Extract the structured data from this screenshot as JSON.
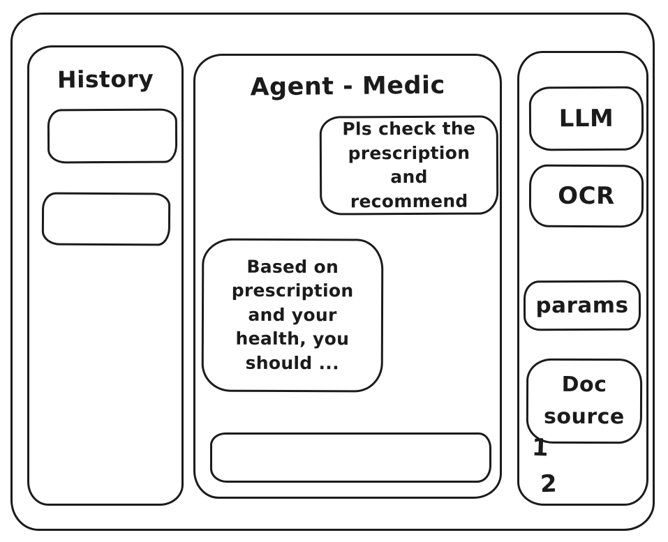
{
  "theme": {
    "ink": "#1b1b1b",
    "bg": "#ffffff"
  },
  "history_panel": {
    "title": "History",
    "items": [
      {
        "label": ""
      },
      {
        "label": ""
      }
    ]
  },
  "chat_panel": {
    "title": "Agent - Medic",
    "messages": [
      {
        "role": "user",
        "text": "Pls check the prescription and recommend"
      },
      {
        "role": "assistant",
        "text": "Based on prescription and your health, you should ..."
      }
    ],
    "input": {
      "value": "",
      "placeholder": ""
    }
  },
  "tools_panel": {
    "llm_label": "LLM",
    "ocr_label": "OCR",
    "params_label": "params",
    "doc_source_label": "Doc source",
    "source_items": [
      "1",
      "2"
    ]
  }
}
